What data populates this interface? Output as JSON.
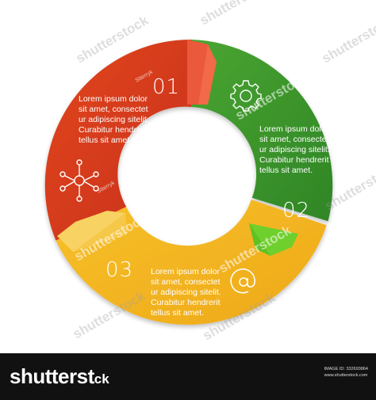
{
  "segments": [
    {
      "number": "01",
      "lines": [
        "Lorem ipsum dolor",
        "sit amet, consectet",
        "ur adipiscing sitelit.",
        "Curabitur hendrerit",
        "tellus sit amet."
      ],
      "color": "#d63a1f",
      "icon": "network-icon"
    },
    {
      "number": "02",
      "lines": [
        "Lorem ipsum dolor",
        "sit amet, consectet",
        "ur adipiscing sitelit.",
        "Curabitur hendrerit",
        "tellus sit amet."
      ],
      "color": "#3f9a2d",
      "icon": "gear-icon"
    },
    {
      "number": "03",
      "lines": [
        "Lorem ipsum dolor",
        "sit amet, consectet",
        "ur adipiscing sitelit.",
        "Curabitur hendrerit",
        "tellus sit amet."
      ],
      "color": "#f2b21c",
      "icon": "at-sign-icon"
    }
  ],
  "watermark": {
    "text": "shutterstock",
    "small": "Stterryk"
  },
  "footer": {
    "brand_main": "shutterst",
    "brand_rest": "ck",
    "brand_mark": "·",
    "image_id": "IMAGE ID: 332693864",
    "site": "www.shutterstock.com"
  }
}
